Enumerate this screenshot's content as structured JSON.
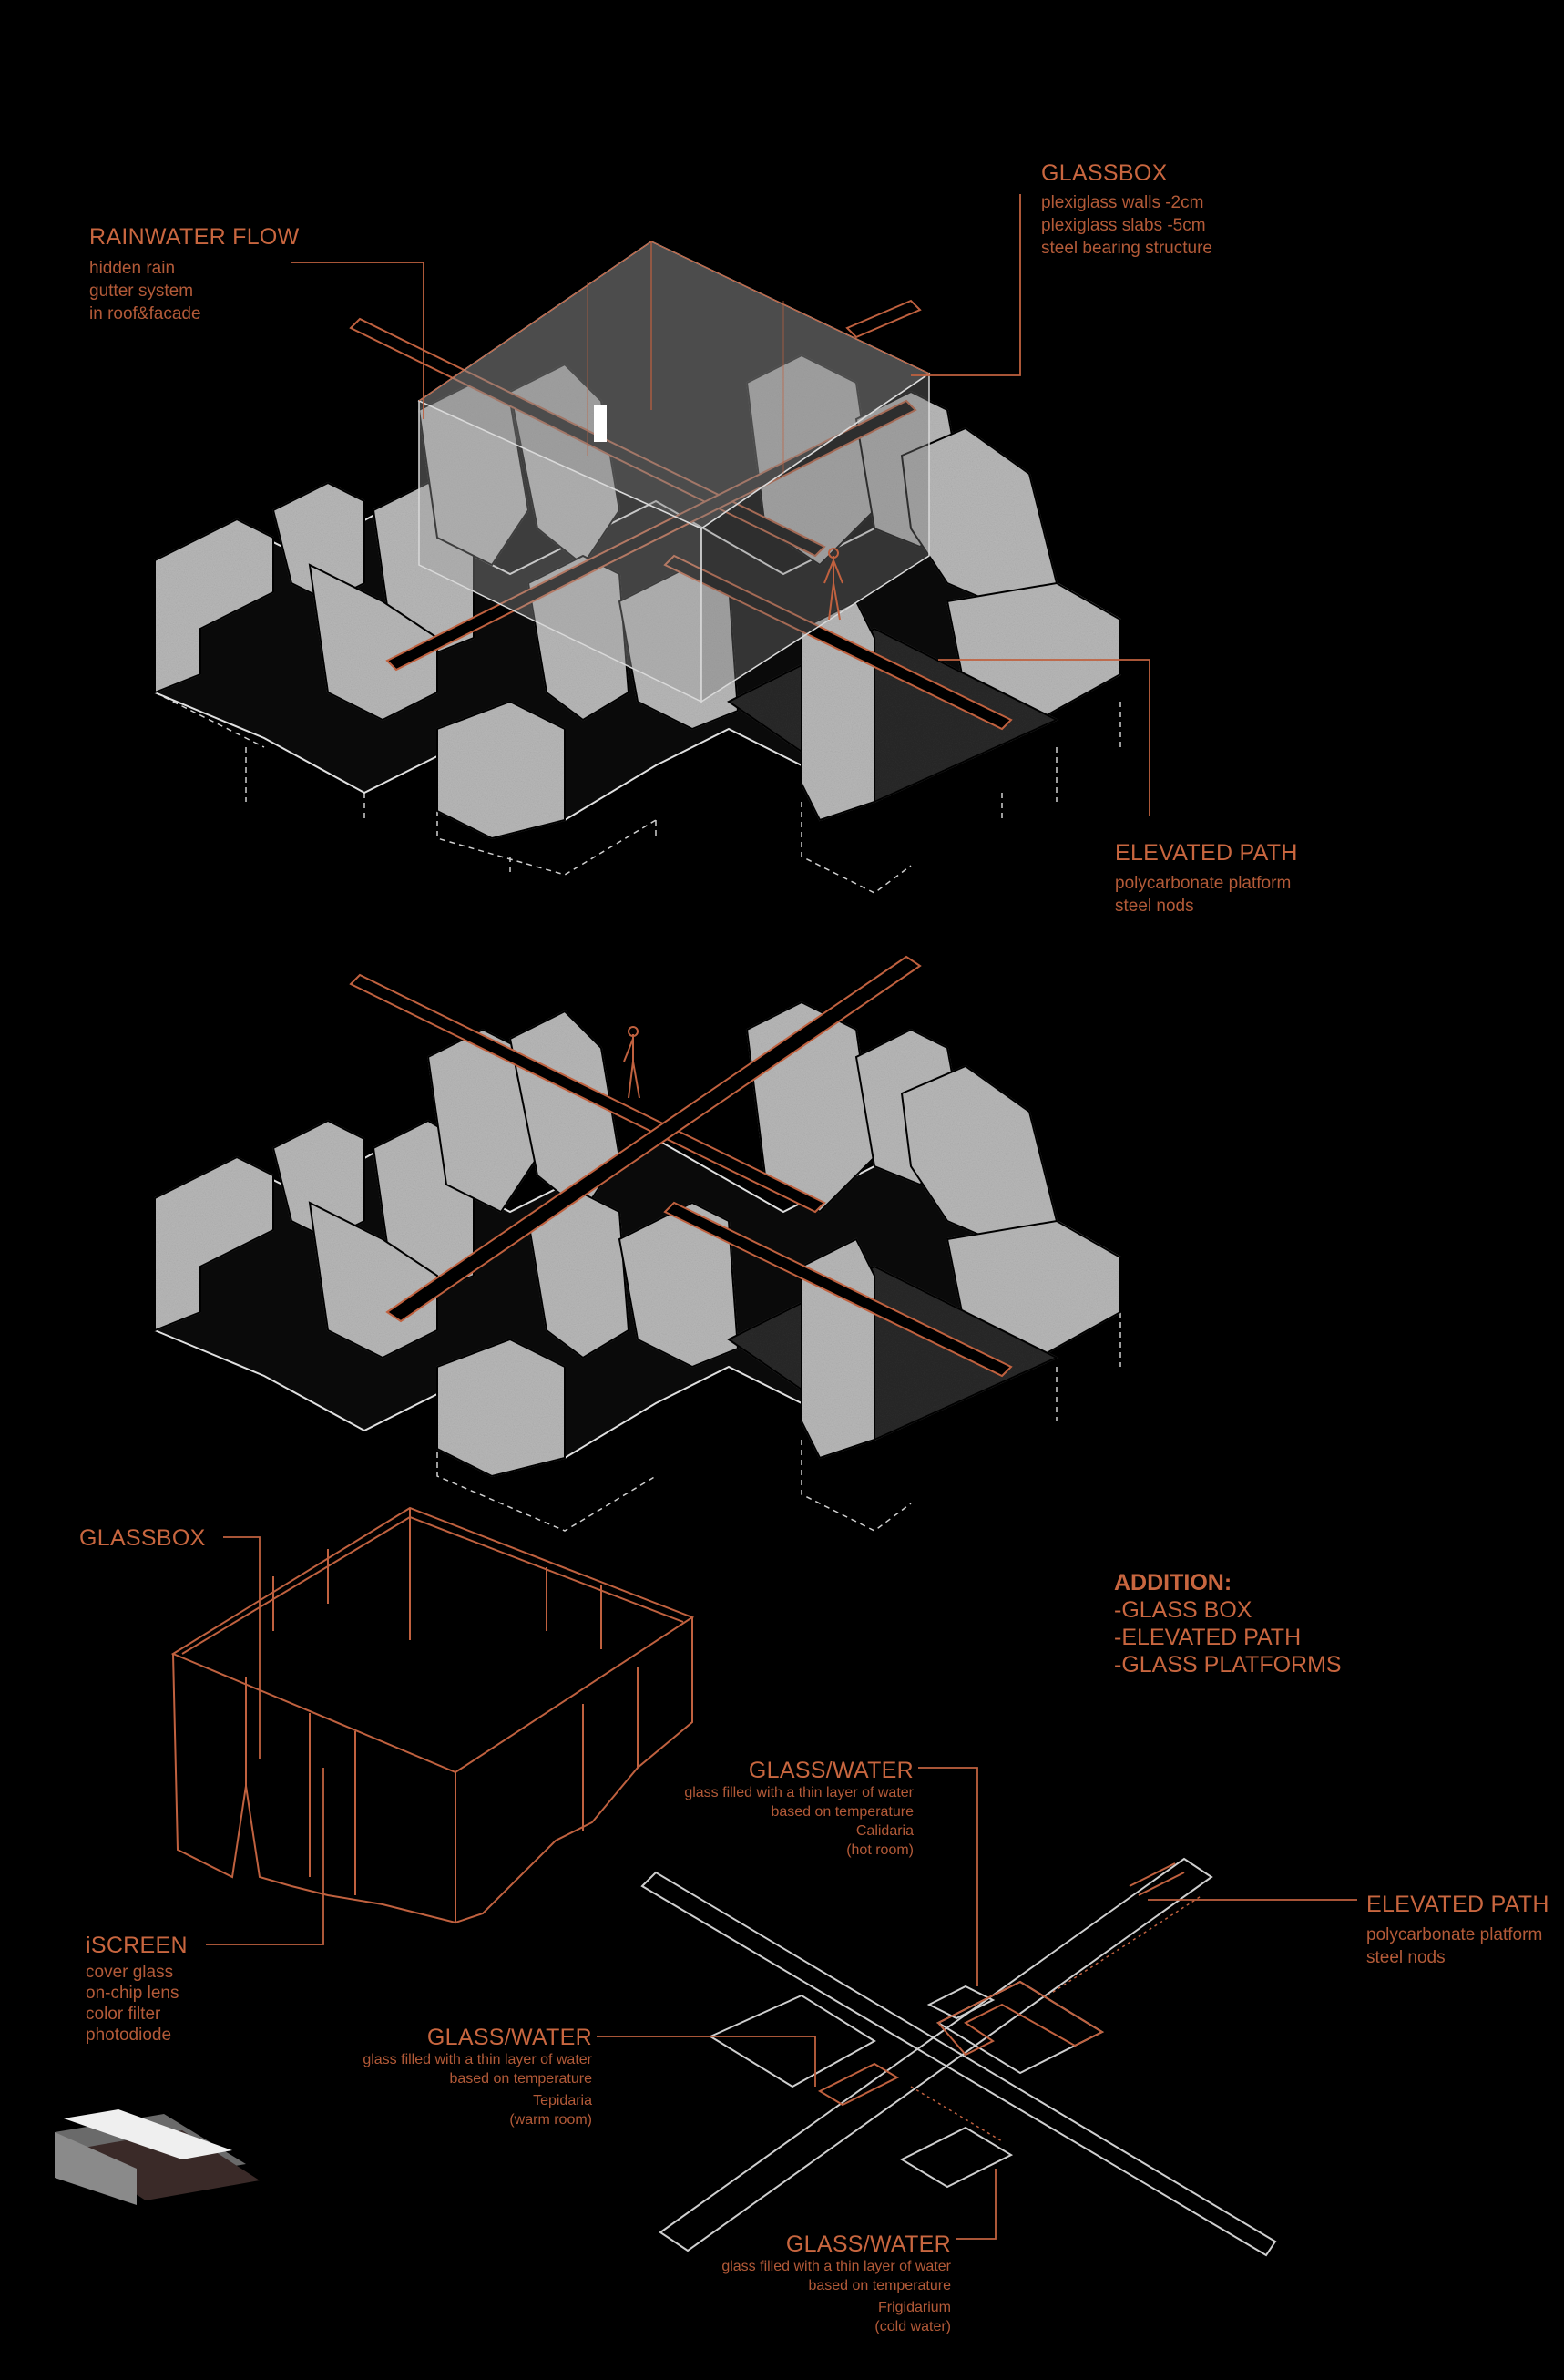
{
  "colors": {
    "background": "#000000",
    "accent": "#c0613f",
    "ruin": "#b9b9b9",
    "glass": "#8a8a8a"
  },
  "labels": {
    "glassbox_top": {
      "title": "GLASSBOX",
      "lines": [
        "plexiglass walls -2cm",
        "plexiglass slabs -5cm",
        "steel bearing structure"
      ]
    },
    "rainwater": {
      "title": "RAINWATER FLOW",
      "lines": [
        "hidden rain",
        "gutter system",
        "in roof&facade"
      ]
    },
    "elevated_top": {
      "title": "ELEVATED PATH",
      "lines": [
        "polycarbonate platform",
        "steel nods"
      ]
    },
    "glassbox_bottom": {
      "title": "GLASSBOX"
    },
    "addition": {
      "title": "ADDITION:",
      "lines": [
        "-GLASS BOX",
        "-ELEVATED PATH",
        "-GLASS PLATFORMS"
      ]
    },
    "glass_water_hot": {
      "title": "GLASS/WATER",
      "lines": [
        "glass filled with a thin layer of water",
        "based on temperature",
        "Calidaria",
        "(hot room)"
      ]
    },
    "elevated_bottom": {
      "title": "ELEVATED PATH",
      "lines": [
        "polycarbonate platform",
        "steel nods"
      ]
    },
    "iscreen": {
      "title": "iSCREEN",
      "lines": [
        "cover glass",
        "on-chip lens",
        "color filter",
        "photodiode"
      ]
    },
    "glass_water_warm": {
      "title": "GLASS/WATER",
      "lines": [
        "glass filled with a thin layer of water",
        "based on temperature",
        "Tepidaria",
        "(warm room)"
      ]
    },
    "glass_water_cold": {
      "title": "GLASS/WATER",
      "lines": [
        "glass filled with a thin layer of water",
        "based on temperature",
        "Frigidarium",
        "(cold water)"
      ]
    }
  }
}
